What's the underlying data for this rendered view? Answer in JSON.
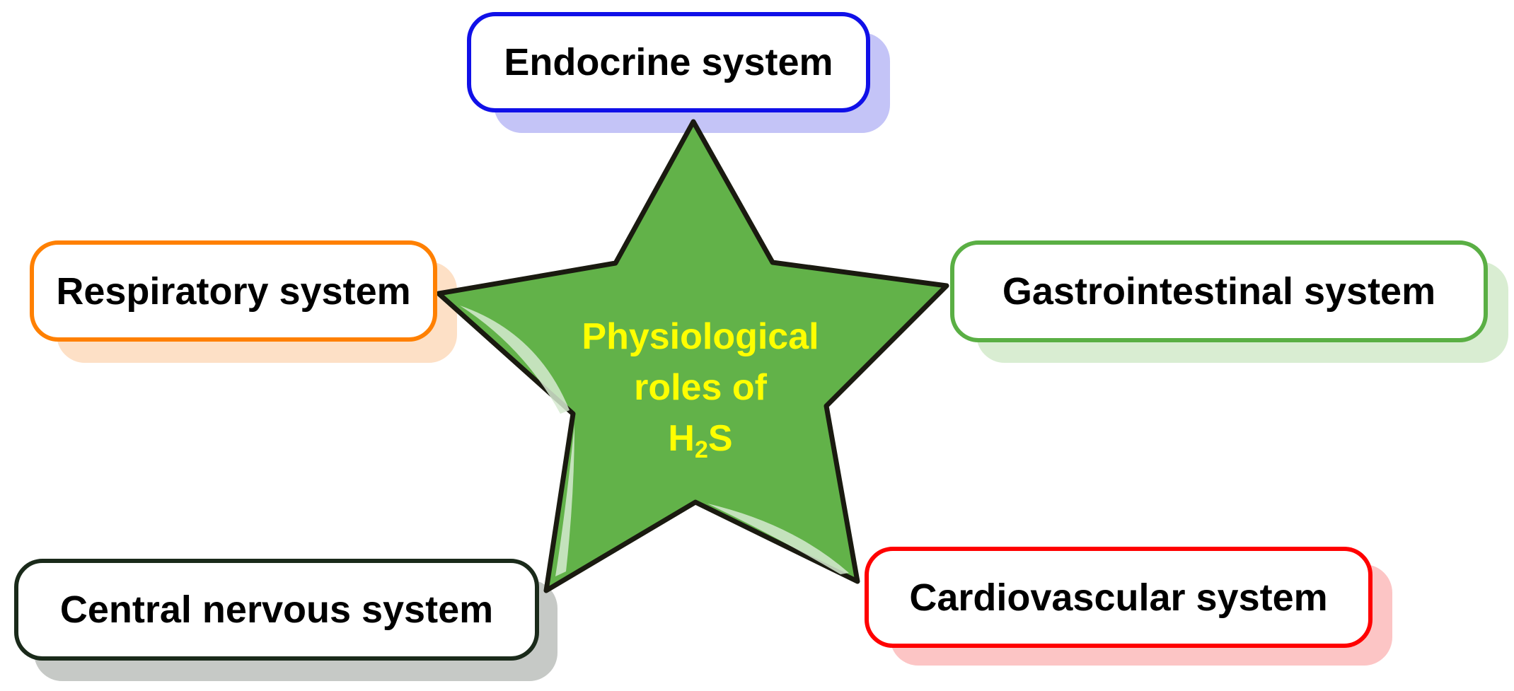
{
  "center": {
    "line1": "Physiological",
    "line2": "roles of",
    "formula_main": "H",
    "formula_sub": "2",
    "formula_end": "S"
  },
  "systems": {
    "endocrine": {
      "label": "Endocrine system",
      "color": "#1010e8",
      "shadow": "#c4c4f7"
    },
    "respiratory": {
      "label": "Respiratory system",
      "color": "#ff8000",
      "shadow": "#fde0c6"
    },
    "gastrointestinal": {
      "label": "Gastrointestinal system",
      "color": "#5aaf44",
      "shadow": "#d9edd2"
    },
    "central_nervous": {
      "label": "Central nervous system",
      "color": "#1a2a1a",
      "shadow": "#c6c9c6"
    },
    "cardiovascular": {
      "label": "Cardiovascular system",
      "color": "#ff0000",
      "shadow": "#fcc5c5"
    }
  },
  "colors": {
    "star_fill": "#62b249",
    "star_stroke": "#1a1a10",
    "center_text": "#ffff00"
  }
}
